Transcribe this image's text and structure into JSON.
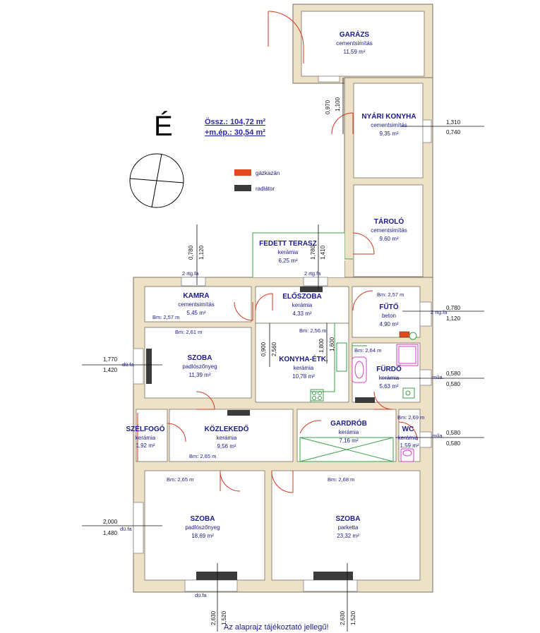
{
  "north_label": "É",
  "totals": {
    "line1": "Össz.: 104,72 m²",
    "line2": "+m.ép.: 30,54 m²"
  },
  "legend": {
    "items": [
      {
        "label": "gázkazán",
        "color": "#e24a1e"
      },
      {
        "label": "radiátor",
        "color": "#3b3b3b"
      }
    ]
  },
  "rooms": {
    "garazs": {
      "name": "GARÁZS",
      "material": "cementsimítás",
      "area": "11,59 m²"
    },
    "nyari": {
      "name": "NYÁRI KONYHA",
      "material": "cementsimítás",
      "area": "9,35 m²"
    },
    "tarolo": {
      "name": "TÁROLÓ",
      "material": "cementsimítás",
      "area": "9,60 m²"
    },
    "terasz": {
      "name": "FEDETT TERASZ",
      "material": "kerámia",
      "area": "6,25 m²"
    },
    "kamra": {
      "name": "KAMRA",
      "material": "cementsimítás",
      "area": "5,45 m²"
    },
    "eloszoba": {
      "name": "ELŐSZOBA",
      "material": "kerámia",
      "area": "4,33 m²"
    },
    "futo": {
      "name": "FŰTŐ",
      "material": "beton",
      "area": "4,90 m²"
    },
    "szoba1": {
      "name": "SZOBA",
      "material": "padlószőnyeg",
      "area": "11,39 m²"
    },
    "konyha": {
      "name": "KONYHA-ÉTK.",
      "material": "kerámia",
      "area": "10,78 m²"
    },
    "furdo": {
      "name": "FÜRDŐ",
      "material": "kerámia",
      "area": "5,63 m²"
    },
    "szelfogo": {
      "name": "SZÉLFOGÓ",
      "material": "kerámia",
      "area": "1,92 m²"
    },
    "kozlekedo": {
      "name": "KÖZLEKEDŐ",
      "material": "kerámia",
      "area": "9,56 m²"
    },
    "gardrob": {
      "name": "GARDRÓB",
      "material": "kerámia",
      "area": "7,16 m²"
    },
    "wc": {
      "name": "WC",
      "material": "kerámia",
      "area": "1,59 m²"
    },
    "szoba2": {
      "name": "SZOBA",
      "material": "padlószőnyeg",
      "area": "18,69 m²"
    },
    "szoba3": {
      "name": "SZOBA",
      "material": "parketta",
      "area": "23,32 m²"
    }
  },
  "heights": {
    "kamra": "Bm: 2,57 m",
    "futo": "Bm: 2,57 m",
    "szoba1": "Bm: 2,61 m",
    "konyha": "Bm: 2,56 m",
    "furdo": "Bm: 2,64 m",
    "wc": "Bm: 2,69 m",
    "kozlekedo": "Bm: 2,65 m",
    "szoba2": "Bm: 2,65 m",
    "szoba3": "Bm: 2,68 m"
  },
  "dims": {
    "garazs_a": "0,970",
    "garazs_b": "1,100",
    "nyari_a": "1,310",
    "nyari_b": "0,740",
    "kamra_a": "0,780",
    "kamra_b": "1,120",
    "elo_a": "1,780",
    "elo_b": "1,410",
    "futo_a": "0,780",
    "futo_b": "1,120",
    "sz1_a": "1,770",
    "sz1_b": "1,420",
    "kon_a": "0,900",
    "kon_b": "2,560",
    "kon2_a": "1,800",
    "kon2_b": "1,600",
    "fur_a": "0,580",
    "fur_b": "0,580",
    "wc_a": "0,580",
    "wc_b": "0,580",
    "sz2_a": "2,000",
    "sz2_b": "1,480",
    "b1_a": "2,630",
    "b1_b": "1,520",
    "b2_a": "2,630",
    "b2_b": "1,520"
  },
  "window_notes": {
    "rtg1": "2 rtg.fa",
    "rtg2": "2 rtg.fa",
    "rtg3": "2 rtg.fa",
    "dufa1": "dü.fa",
    "dufa2": "dü.fa",
    "dufa3": "dü.fa",
    "mua1": "műa.",
    "mua2": "műa."
  },
  "footer": "Az alaprajz tájékoztató jellegű!"
}
